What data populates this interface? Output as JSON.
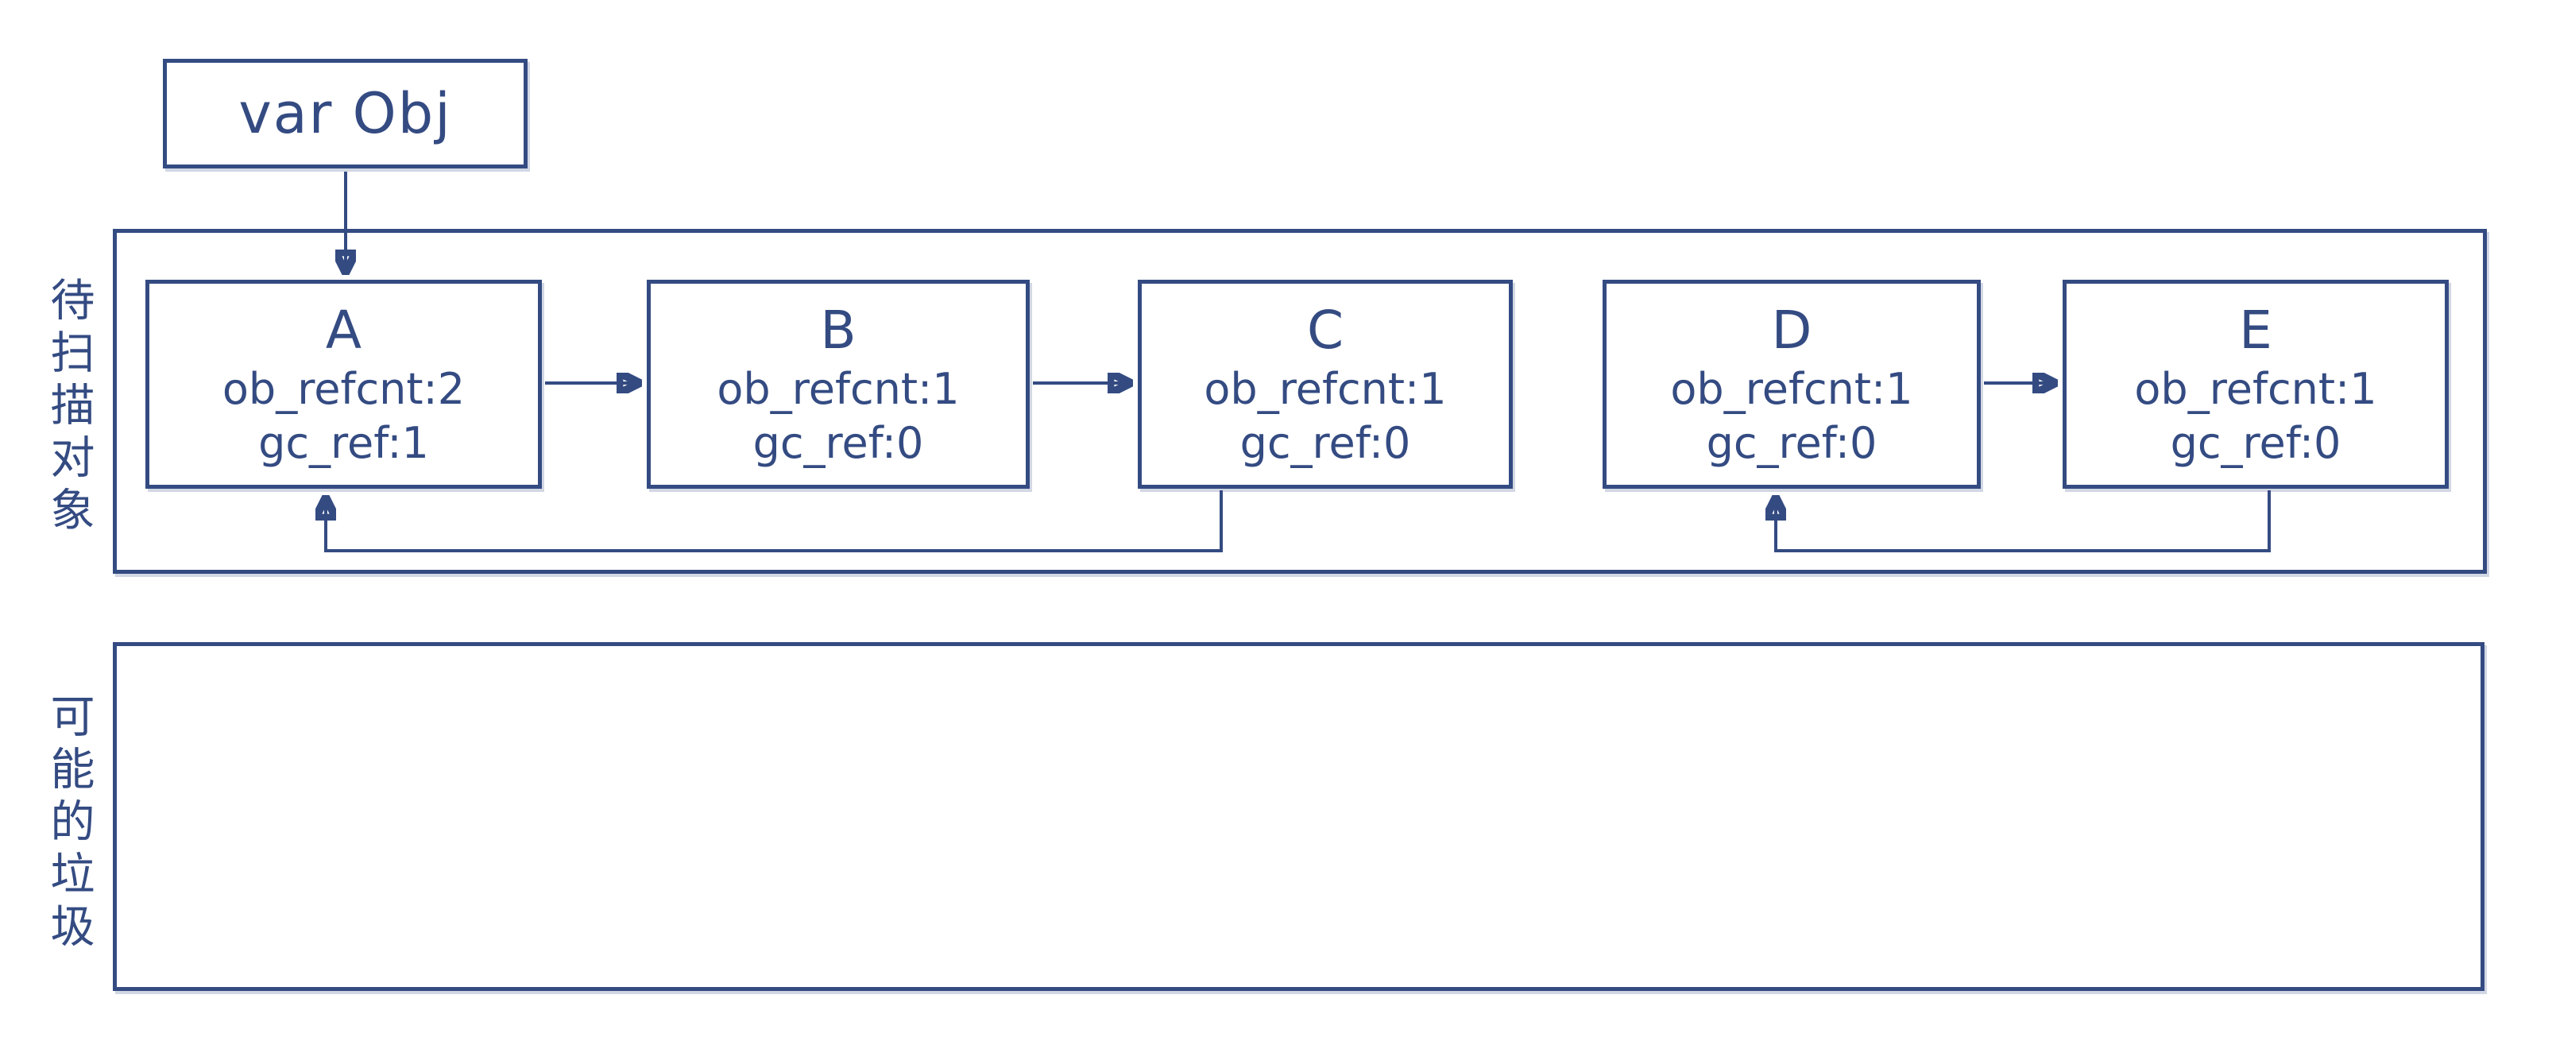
{
  "colors": {
    "ink": "#344b82",
    "background": "#ffffff"
  },
  "pointer_box": {
    "label": "var Obj"
  },
  "scan_section": {
    "label": "待扫描对象",
    "nodes": [
      {
        "name": "A",
        "refcnt": "ob_refcnt:2",
        "gcref": "gc_ref:1"
      },
      {
        "name": "B",
        "refcnt": "ob_refcnt:1",
        "gcref": "gc_ref:0"
      },
      {
        "name": "C",
        "refcnt": "ob_refcnt:1",
        "gcref": "gc_ref:0"
      },
      {
        "name": "D",
        "refcnt": "ob_refcnt:1",
        "gcref": "gc_ref:0"
      },
      {
        "name": "E",
        "refcnt": "ob_refcnt:1",
        "gcref": "gc_ref:0"
      }
    ]
  },
  "garbage_section": {
    "label": "可能的垃圾"
  }
}
